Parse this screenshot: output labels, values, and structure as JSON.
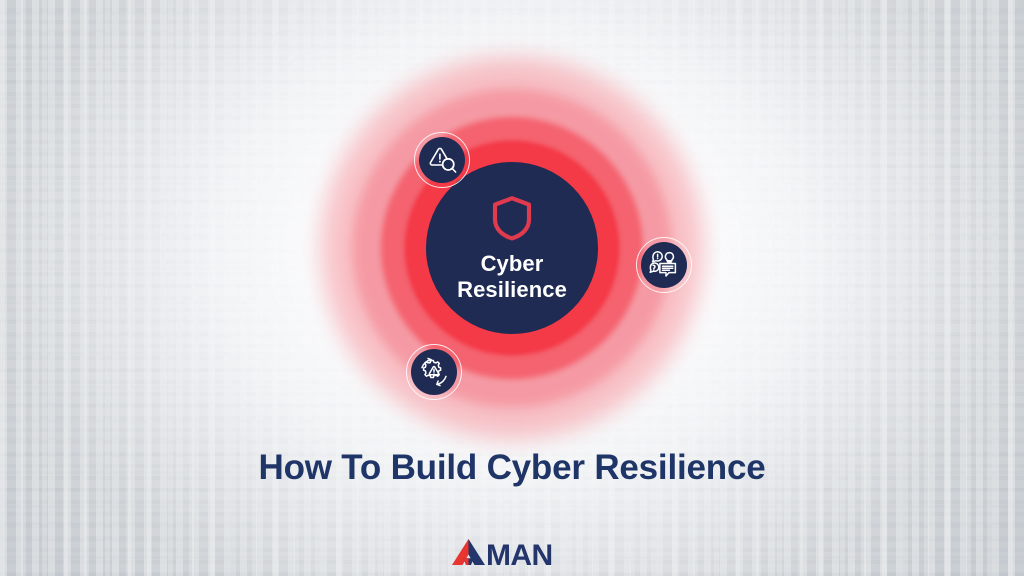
{
  "slide": {
    "headline": "How To Build Cyber Resilience",
    "background_color": "#c9ced3",
    "accent_red": "#f43947",
    "accent_navy": "#1f2b53",
    "title_color": "#1f3567"
  },
  "diagram": {
    "center": {
      "label_line1": "Cyber",
      "label_line2": "Resilience",
      "icon": "shield-icon",
      "icon_color": "#e03a4e",
      "background_color": "#1f2b53",
      "text_color": "#ffffff"
    },
    "rings": [
      {
        "name": "outer-glow-ring",
        "color": "#f4788250"
      },
      {
        "name": "light-pink-ring",
        "color": "#f59aa4"
      },
      {
        "name": "coral-ring",
        "color": "#f4636f"
      },
      {
        "name": "bright-red-ring",
        "color": "#f43947"
      }
    ],
    "badges": [
      {
        "name": "threat-detection-badge",
        "icon": "warning-triangle-magnifier-icon",
        "position": "top-left"
      },
      {
        "name": "awareness-communication-badge",
        "icon": "speech-bubbles-lightbulb-icon",
        "position": "right"
      },
      {
        "name": "incident-response-badge",
        "icon": "gear-warning-refresh-icon",
        "position": "bottom-left"
      }
    ]
  },
  "logo": {
    "text": "AMAN",
    "letter_a": "A",
    "letters_man": "MAN",
    "red": "#e8352f",
    "navy": "#23356b"
  }
}
